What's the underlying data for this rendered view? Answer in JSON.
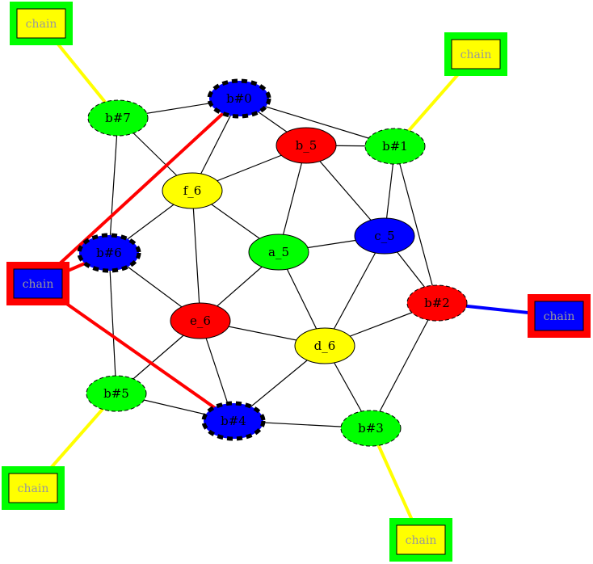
{
  "colors": {
    "red": "#ff0000",
    "green": "#00ff00",
    "blue": "#0000ff",
    "yellow": "#ffff00",
    "black": "#000000",
    "gray_text": "#999999"
  },
  "nodes": [
    {
      "id": "b0",
      "label": "b#0",
      "fill": "blue",
      "border": "thick-dashed"
    },
    {
      "id": "b1",
      "label": "b#1",
      "fill": "green",
      "border": "dashed"
    },
    {
      "id": "b2",
      "label": "b#2",
      "fill": "red",
      "border": "dashed"
    },
    {
      "id": "b3",
      "label": "b#3",
      "fill": "green",
      "border": "dashed"
    },
    {
      "id": "b4",
      "label": "b#4",
      "fill": "blue",
      "border": "thick-dashed"
    },
    {
      "id": "b5",
      "label": "b#5",
      "fill": "green",
      "border": "dashed"
    },
    {
      "id": "b6",
      "label": "b#6",
      "fill": "blue",
      "border": "thick-dashed"
    },
    {
      "id": "b7",
      "label": "b#7",
      "fill": "green",
      "border": "dashed"
    },
    {
      "id": "b_5",
      "label": "b_5",
      "fill": "red",
      "border": "solid"
    },
    {
      "id": "f_6",
      "label": "f_6",
      "fill": "yellow",
      "border": "solid"
    },
    {
      "id": "a_5",
      "label": "a_5",
      "fill": "green",
      "border": "solid"
    },
    {
      "id": "c_5",
      "label": "c_5",
      "fill": "blue",
      "border": "solid"
    },
    {
      "id": "e_6",
      "label": "e_6",
      "fill": "red",
      "border": "solid"
    },
    {
      "id": "d_6",
      "label": "d_6",
      "fill": "yellow",
      "border": "solid"
    }
  ],
  "chains": [
    {
      "id": "chain-b7",
      "label": "chain",
      "outer": "green",
      "inner": "yellow",
      "text": "gray_text"
    },
    {
      "id": "chain-b1",
      "label": "chain",
      "outer": "green",
      "inner": "yellow",
      "text": "gray_text"
    },
    {
      "id": "chain-b6",
      "label": "chain",
      "outer": "red",
      "inner": "blue",
      "text": "gray_text"
    },
    {
      "id": "chain-b2",
      "label": "chain",
      "outer": "red",
      "inner": "blue",
      "text": "gray_text"
    },
    {
      "id": "chain-b5",
      "label": "chain",
      "outer": "green",
      "inner": "yellow",
      "text": "gray_text"
    },
    {
      "id": "chain-b3",
      "label": "chain",
      "outer": "green",
      "inner": "yellow",
      "text": "gray_text"
    }
  ],
  "edges": [
    {
      "from": "b7",
      "to": "b0",
      "color": "black"
    },
    {
      "from": "b0",
      "to": "b_5",
      "color": "black"
    },
    {
      "from": "b0",
      "to": "b1",
      "color": "black"
    },
    {
      "from": "b0",
      "to": "f_6",
      "color": "black"
    },
    {
      "from": "b7",
      "to": "f_6",
      "color": "black"
    },
    {
      "from": "b7",
      "to": "b6",
      "color": "black"
    },
    {
      "from": "b_5",
      "to": "b1",
      "color": "black"
    },
    {
      "from": "b_5",
      "to": "f_6",
      "color": "black"
    },
    {
      "from": "b_5",
      "to": "a_5",
      "color": "black"
    },
    {
      "from": "b_5",
      "to": "c_5",
      "color": "black"
    },
    {
      "from": "b1",
      "to": "c_5",
      "color": "black"
    },
    {
      "from": "b1",
      "to": "b2",
      "color": "black"
    },
    {
      "from": "f_6",
      "to": "b6",
      "color": "black"
    },
    {
      "from": "f_6",
      "to": "a_5",
      "color": "black"
    },
    {
      "from": "f_6",
      "to": "e_6",
      "color": "black"
    },
    {
      "from": "a_5",
      "to": "c_5",
      "color": "black"
    },
    {
      "from": "a_5",
      "to": "e_6",
      "color": "black"
    },
    {
      "from": "a_5",
      "to": "d_6",
      "color": "black"
    },
    {
      "from": "c_5",
      "to": "b2",
      "color": "black"
    },
    {
      "from": "c_5",
      "to": "d_6",
      "color": "black"
    },
    {
      "from": "b6",
      "to": "e_6",
      "color": "black"
    },
    {
      "from": "b6",
      "to": "b5",
      "color": "black"
    },
    {
      "from": "e_6",
      "to": "d_6",
      "color": "black"
    },
    {
      "from": "e_6",
      "to": "b5",
      "color": "black"
    },
    {
      "from": "e_6",
      "to": "b4",
      "color": "black"
    },
    {
      "from": "d_6",
      "to": "b2",
      "color": "black"
    },
    {
      "from": "d_6",
      "to": "b4",
      "color": "black"
    },
    {
      "from": "d_6",
      "to": "b3",
      "color": "black"
    },
    {
      "from": "b2",
      "to": "b3",
      "color": "black"
    },
    {
      "from": "b5",
      "to": "b4",
      "color": "black"
    },
    {
      "from": "b4",
      "to": "b3",
      "color": "black"
    },
    {
      "from": "chain-b7",
      "to": "b7",
      "color": "yellow"
    },
    {
      "from": "chain-b1",
      "to": "b1",
      "color": "yellow"
    },
    {
      "from": "chain-b5",
      "to": "b5",
      "color": "yellow"
    },
    {
      "from": "chain-b3",
      "to": "b3",
      "color": "yellow"
    },
    {
      "from": "chain-b2",
      "to": "b2",
      "color": "blue"
    },
    {
      "from": "chain-b6",
      "to": "b6",
      "color": "red"
    },
    {
      "from": "chain-b6",
      "to": "b0",
      "color": "red"
    },
    {
      "from": "chain-b6",
      "to": "b4",
      "color": "red"
    }
  ]
}
